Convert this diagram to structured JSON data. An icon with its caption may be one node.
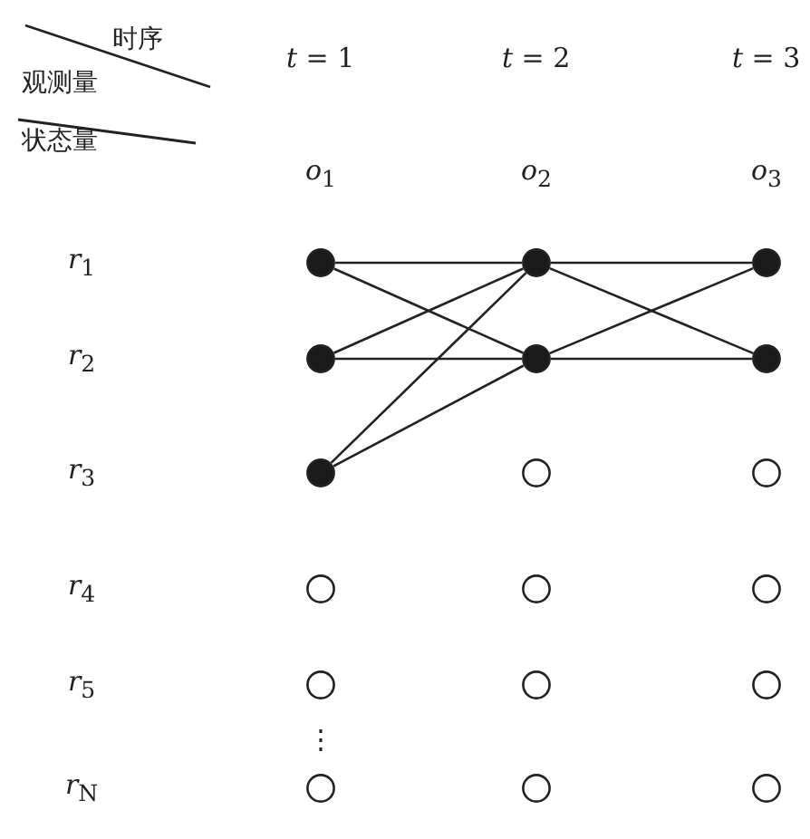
{
  "diagram": {
    "nodes": [
      {
        "text": [],
        "shape": "dot"
      },
      {
        "text": [],
        "shape": "dot"
      },
      {
        "text": [],
        "shape": "dot"
      },
      {
        "text": [],
        "shape": "dot"
      },
      {
        "text": [],
        "shape": "dot"
      },
      {
        "text": [],
        "shape": "dot"
      },
      {
        "text": [],
        "shape": "dot"
      },
      {
        "text": [],
        "shape": "circle"
      },
      {
        "text": [],
        "shape": "circle"
      },
      {
        "text": [],
        "shape": "circle"
      },
      {
        "text": [],
        "shape": "circle"
      },
      {
        "text": [],
        "shape": "circle"
      },
      {
        "text": [],
        "shape": "circle"
      },
      {
        "text": [],
        "shape": "circle"
      },
      {
        "text": [],
        "shape": "circle"
      },
      {
        "text": [],
        "shape": "circle"
      },
      {
        "text": [],
        "shape": "circle"
      },
      {
        "text": [],
        "shape": "circle"
      }
    ],
    "edges": [
      {
        "from": 0,
        "to": 1,
        "arrow": "none"
      },
      {
        "from": 0,
        "to": 4,
        "arrow": "none"
      },
      {
        "from": 3,
        "to": 1,
        "arrow": "none"
      },
      {
        "from": 3,
        "to": 4,
        "arrow": "none"
      },
      {
        "from": 6,
        "to": 1,
        "arrow": "none"
      },
      {
        "from": 6,
        "to": 4,
        "arrow": "none"
      },
      {
        "from": 1,
        "to": 2,
        "arrow": "none"
      },
      {
        "from": 1,
        "to": 5,
        "arrow": "none"
      },
      {
        "from": 4,
        "to": 2,
        "arrow": "none"
      },
      {
        "from": 4,
        "to": 5,
        "arrow": "none"
      }
    ],
    "labels": [
      "时序",
      "观测量",
      "状态量",
      "*t* = 1",
      "*t* = 2",
      "*t* = 3",
      "*o*$_{1}$",
      "*o*$_{2}$",
      "*o*$_{3}$",
      "*r*$_{1}$",
      "*r*$_{2}$",
      "*r*$_{3}$",
      "*r*$_{4}$",
      "*r*$_{5}$",
      "⋮",
      "*r*$_{N}$"
    ]
  }
}
